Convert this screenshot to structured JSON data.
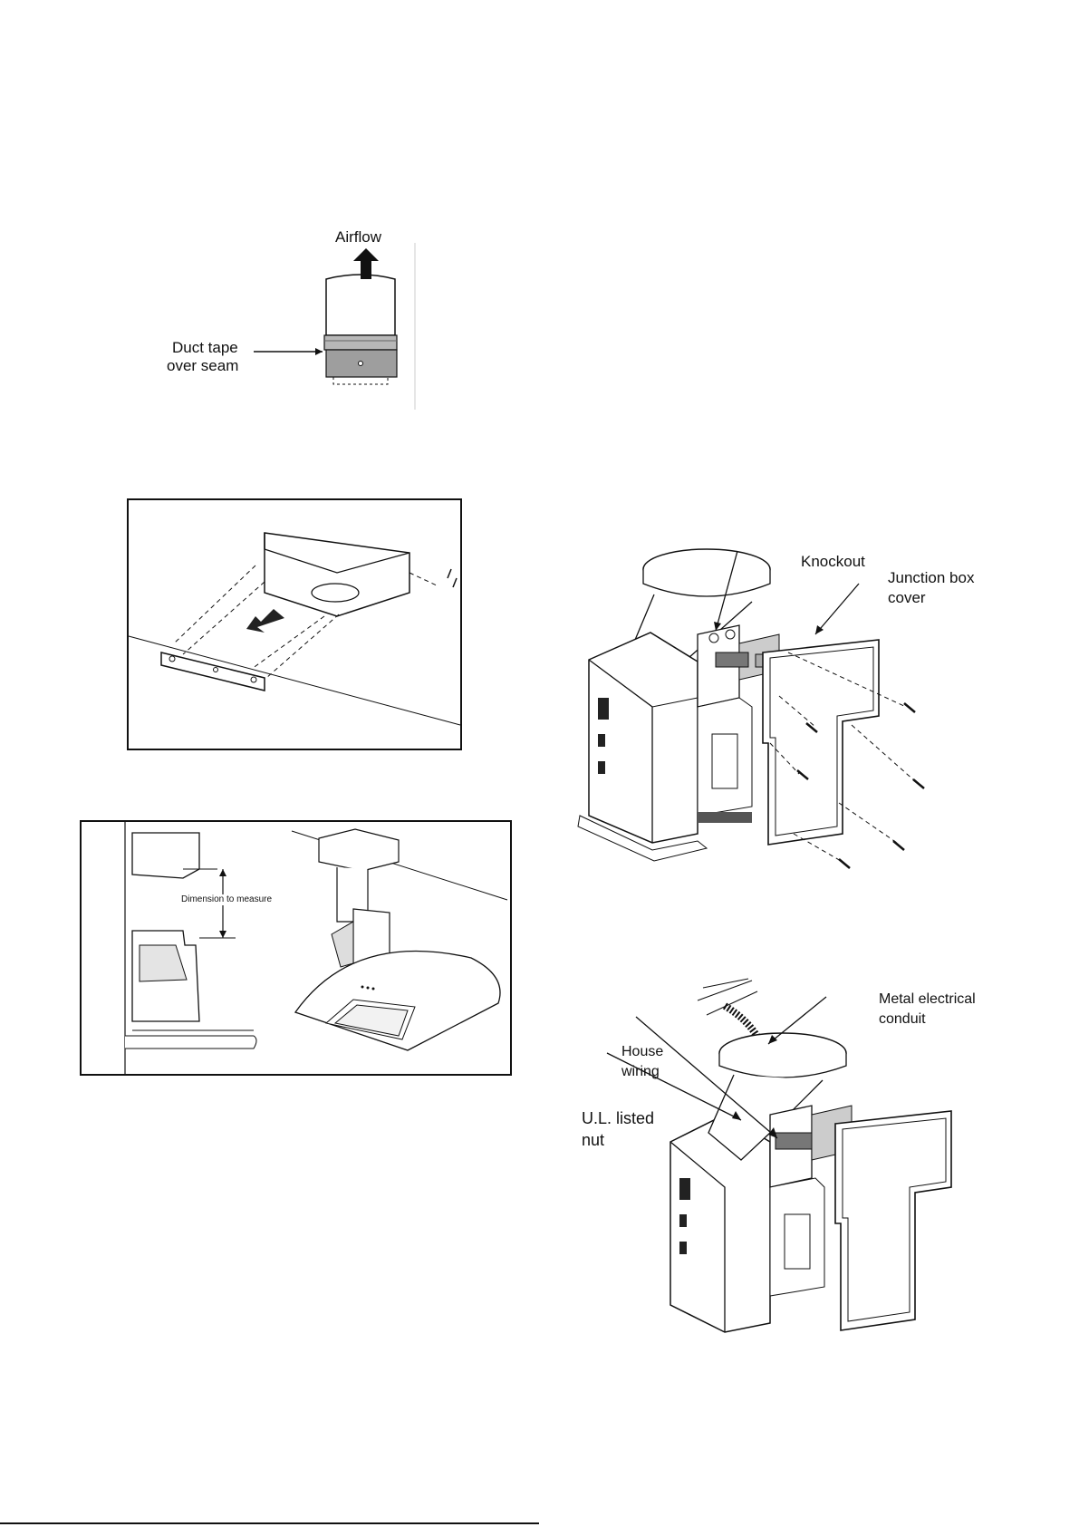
{
  "duct_figure": {
    "airflow_label": "Airflow",
    "duct_tape_label_line1": "Duct tape",
    "duct_tape_label_line2": "over seam"
  },
  "bracket_figure": {},
  "measure_figure": {
    "dimension_label": "Dimension to measure"
  },
  "junction_figure": {
    "knockout_label": "Knockout",
    "junction_cover_line1": "Junction box",
    "junction_cover_line2": "cover"
  },
  "wiring_figure": {
    "conduit_line1": "Metal electrical",
    "conduit_line2": "conduit",
    "house_wiring_line1": "House",
    "house_wiring_line2": "wiring",
    "ul_nut_line1": "U.L. listed",
    "ul_nut_line2": "nut"
  }
}
